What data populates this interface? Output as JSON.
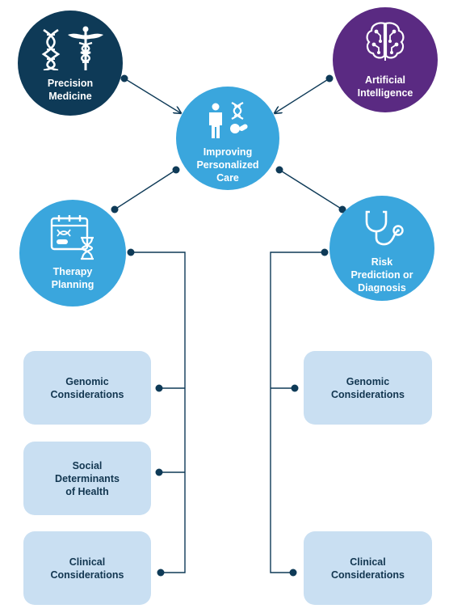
{
  "colors": {
    "navy": "#0e3a57",
    "purple": "#5a2a82",
    "blue": "#3aa6dd",
    "light_box": "#c9dff2",
    "box_text": "#123650",
    "connector": "#0e3a57"
  },
  "nodes": {
    "precision_medicine": {
      "label": "Precision\nMedicine",
      "icons": [
        "dna-icon",
        "caduceus-icon"
      ]
    },
    "artificial_intelligence": {
      "label": "Artificial\nIntelligence",
      "icons": [
        "brain-circuit-icon"
      ]
    },
    "improving_care": {
      "label": "Improving\nPersonalized\nCare",
      "icons": [
        "person-icon",
        "dna-pills-icon"
      ]
    },
    "therapy_planning": {
      "label": "Therapy\nPlanning",
      "icons": [
        "calendar-dna-hourglass-icon"
      ]
    },
    "risk_prediction": {
      "label": "Risk\nPrediction or\nDiagnosis",
      "icons": [
        "stethoscope-icon"
      ]
    }
  },
  "left_boxes": [
    {
      "label": "Genomic\nConsiderations"
    },
    {
      "label": "Social\nDeterminants\nof Health"
    },
    {
      "label": "Clinical\nConsiderations"
    }
  ],
  "right_boxes": [
    {
      "label": "Genomic\nConsiderations"
    },
    {
      "label": "Clinical\nConsiderations"
    }
  ]
}
